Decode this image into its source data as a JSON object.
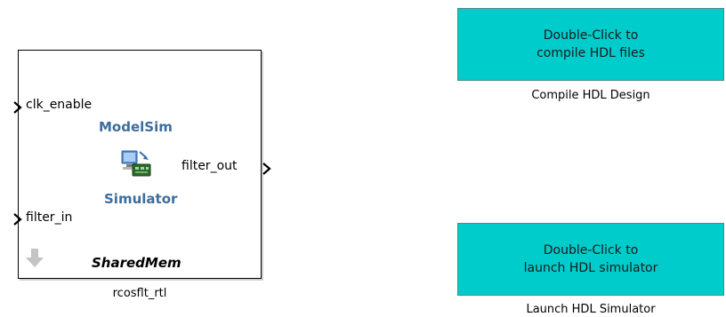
{
  "main_block": {
    "ports_in": [
      "clk_enable",
      "filter_in"
    ],
    "ports_out": [
      "filter_out"
    ],
    "brand_top": "ModelSim",
    "brand_bottom": "Simulator",
    "mode": "SharedMem",
    "caption": "rcosflt_rtl",
    "icon": "computer-network-icon"
  },
  "compile_block": {
    "line1": "Double-Click to",
    "line2": "compile HDL files",
    "caption": "Compile HDL Design",
    "color": "#00cccc"
  },
  "launch_block": {
    "line1": "Double-Click to",
    "line2": "launch HDL simulator",
    "caption": "Launch HDL Simulator",
    "color": "#00cccc"
  }
}
